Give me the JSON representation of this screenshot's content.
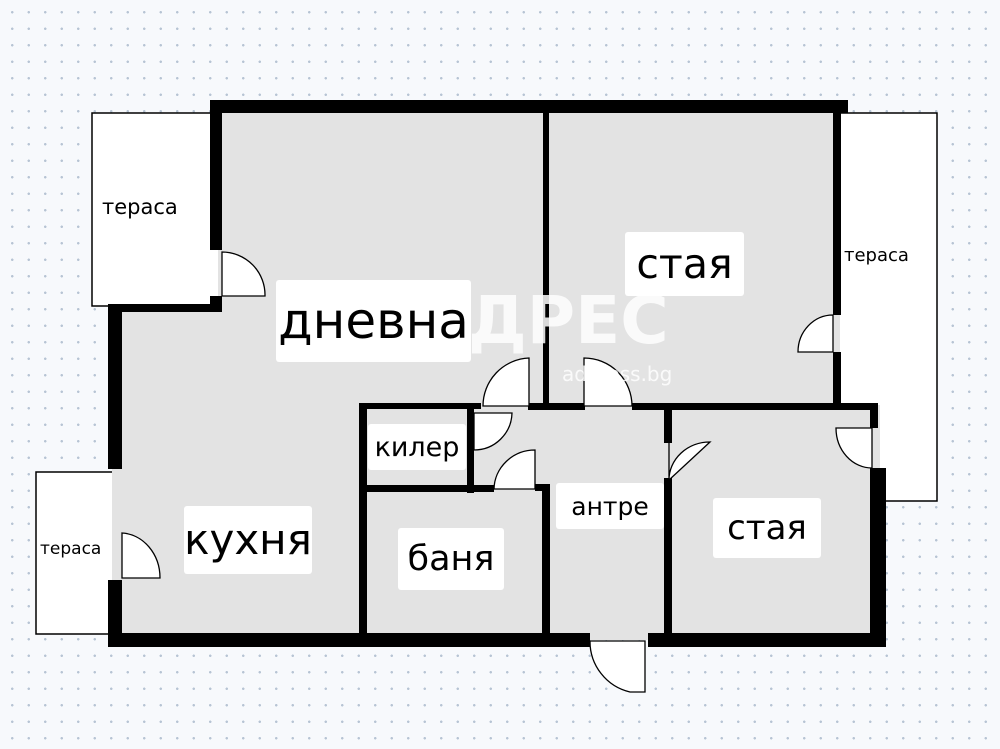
{
  "rooms": {
    "living": "дневна",
    "room_top": "стая",
    "room_bottom": "стая",
    "storage": "килер",
    "hall": "антре",
    "bath": "баня",
    "kitchen": "кухня",
    "terrace_top_left": "тераса",
    "terrace_bottom_left": "тераса",
    "terrace_right": "тераса"
  },
  "watermark": {
    "logo": "ДРЕС",
    "site": "address.bg"
  },
  "colors": {
    "floor": "#e3e3e3",
    "wall": "#000000",
    "terrace": "#ffffff",
    "grid_dot": "#b7c4d4"
  }
}
